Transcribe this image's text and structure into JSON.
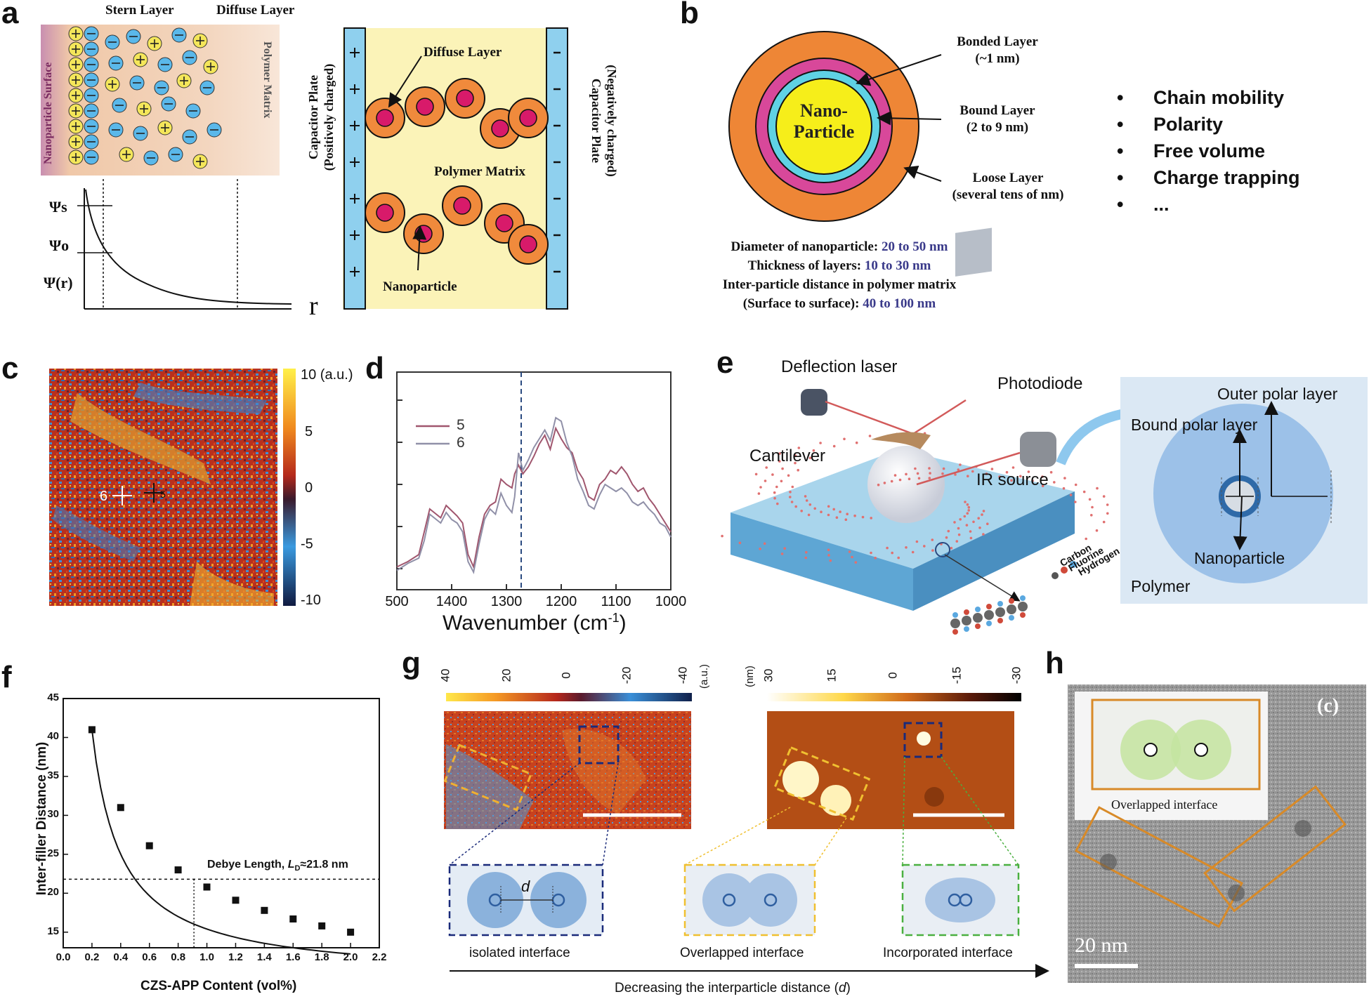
{
  "panels": {
    "a": {
      "label": "a",
      "stern_layer": "Stern Layer",
      "diffuse_layer_top": "Diffuse Layer",
      "nanoparticle_surface": "Nanoparticle Surface",
      "polymer_matrix_left": "Polymer Matrix",
      "psi_s": "Ψs",
      "psi_o": "Ψo",
      "psi_r": "Ψ(r)",
      "r": "r",
      "capacitor_left": "Capacitor Plate",
      "capacitor_left_sub": "(Positively charged)",
      "capacitor_right": "(Negatively charged)",
      "capacitor_right_sub": "Capacitor Plate",
      "diffuse_layer_right": "Diffuse Layer",
      "polymer_matrix_right": "Polymer Matrix",
      "nanoparticle": "Nanoparticle"
    },
    "b": {
      "label": "b",
      "core": [
        "Nano-",
        "Particle"
      ],
      "bonded": [
        "Bonded Layer",
        "(~1 nm)"
      ],
      "bound": [
        "Bound Layer",
        "(2 to 9 nm)"
      ],
      "loose": [
        "Loose Layer",
        "(several tens of nm)"
      ],
      "specs": [
        {
          "k": "Diameter of nanoparticle:",
          "v": "20 to 50 nm"
        },
        {
          "k": "Thickness of layers:",
          "v": "10 to 30 nm"
        },
        {
          "k": "Inter-particle distance in polymer matrix",
          "v": ""
        },
        {
          "k": "(Surface to surface):",
          "v": "40 to 100 nm"
        }
      ],
      "bullets": [
        "Chain mobility",
        "Polarity",
        "Free volume",
        "Charge trapping",
        "..."
      ]
    },
    "c": {
      "label": "c",
      "colorbar_ticks": [
        "10 (a.u.)",
        "5",
        "0",
        "-5",
        "-10"
      ],
      "marker6": "6",
      "marker5": "5"
    },
    "d": {
      "label": "d",
      "xlabel": "Wavenumber (cm",
      "xlabel_sup": "-1",
      "xlabel_end": ")",
      "xticks": [
        "500",
        "1400",
        "1300",
        "1200",
        "1100",
        "1000"
      ],
      "legend": [
        "5",
        "6"
      ]
    },
    "e": {
      "label": "e",
      "deflection_laser": "Deflection laser",
      "photodiode": "Photodiode",
      "cantilever": "Cantilever",
      "ir_source": "IR source",
      "carbon": "Carbon",
      "fluorine": "Fluorine",
      "hydrogen": "Hydrogen",
      "outer_polar": "Outer polar layer",
      "bound_polar": "Bound polar layer",
      "nanoparticle": "Nanoparticle",
      "polymer": "Polymer"
    },
    "f": {
      "label": "f",
      "ylabel": "Inter-filler Distance (nm)",
      "xlabel": "CZS-APP Content (vol%)",
      "annotation": "Debye Length, ",
      "annotation_ld": "L",
      "annotation_sub": "D",
      "annotation_val": "≈21.8 nm",
      "xticks": [
        "0.0",
        "0.2",
        "0.4",
        "0.6",
        "0.8",
        "1.0",
        "1.2",
        "1.4",
        "1.6",
        "1.8",
        "2.0",
        "2.2"
      ],
      "yticks": [
        "15",
        "20",
        "25",
        "30",
        "35",
        "40",
        "45"
      ]
    },
    "g": {
      "label": "g",
      "cb1_ticks": [
        "40",
        "20",
        "0",
        "-20",
        "-40"
      ],
      "cb1_unit": "(a.u.)",
      "cb2_unit": "(nm)",
      "cb2_ticks": [
        "30",
        "15",
        "0",
        "-15",
        "-30"
      ],
      "d_label": "d",
      "isolated": "isolated interface",
      "overlapped": "Overlapped interface",
      "incorporated": "Incorporated interface",
      "arrow_text": "Decreasing the interparticle distance (",
      "arrow_d": "d",
      "arrow_end": ")"
    },
    "h": {
      "label": "h",
      "tag": "(c)",
      "inset": "Overlapped interface",
      "scale": "20 nm"
    }
  },
  "chart_data": [
    {
      "type": "line",
      "panel": "d",
      "xlabel": "Wavenumber (cm-1)",
      "xticks": [
        "500",
        "1400",
        "1300",
        "1200",
        "1100",
        "1000"
      ],
      "xlim": [
        1500,
        1000
      ],
      "series": [
        {
          "name": "5",
          "color": "#a0566e",
          "x": [
            1500,
            1480,
            1460,
            1450,
            1440,
            1420,
            1410,
            1400,
            1390,
            1380,
            1370,
            1360,
            1350,
            1340,
            1330,
            1320,
            1310,
            1300,
            1290,
            1285,
            1278,
            1270,
            1260,
            1250,
            1240,
            1230,
            1220,
            1210,
            1200,
            1190,
            1180,
            1170,
            1160,
            1150,
            1140,
            1130,
            1120,
            1110,
            1100,
            1090,
            1080,
            1070,
            1060,
            1050,
            1040,
            1030,
            1020,
            1010,
            1000
          ],
          "y": [
            0.05,
            0.08,
            0.12,
            0.25,
            0.38,
            0.33,
            0.4,
            0.37,
            0.34,
            0.3,
            0.12,
            0.05,
            0.22,
            0.35,
            0.4,
            0.42,
            0.55,
            0.52,
            0.5,
            0.58,
            0.63,
            0.58,
            0.62,
            0.68,
            0.75,
            0.8,
            0.72,
            0.84,
            0.78,
            0.73,
            0.7,
            0.6,
            0.55,
            0.45,
            0.43,
            0.52,
            0.55,
            0.6,
            0.58,
            0.62,
            0.58,
            0.52,
            0.48,
            0.5,
            0.44,
            0.4,
            0.35,
            0.3,
            0.25
          ]
        },
        {
          "name": "6",
          "color": "#9090a8",
          "x": [
            1500,
            1480,
            1460,
            1450,
            1440,
            1420,
            1410,
            1400,
            1390,
            1380,
            1370,
            1360,
            1350,
            1340,
            1330,
            1320,
            1310,
            1300,
            1290,
            1285,
            1278,
            1270,
            1260,
            1250,
            1240,
            1230,
            1220,
            1210,
            1200,
            1190,
            1180,
            1170,
            1160,
            1150,
            1140,
            1130,
            1120,
            1110,
            1100,
            1090,
            1080,
            1070,
            1060,
            1050,
            1040,
            1030,
            1020,
            1010,
            1000
          ],
          "y": [
            0.03,
            0.07,
            0.1,
            0.2,
            0.35,
            0.3,
            0.36,
            0.32,
            0.3,
            0.25,
            0.08,
            0.02,
            0.18,
            0.32,
            0.38,
            0.35,
            0.47,
            0.4,
            0.36,
            0.45,
            0.7,
            0.6,
            0.66,
            0.73,
            0.78,
            0.83,
            0.77,
            0.9,
            0.88,
            0.76,
            0.68,
            0.55,
            0.48,
            0.4,
            0.38,
            0.46,
            0.52,
            0.5,
            0.48,
            0.5,
            0.47,
            0.42,
            0.4,
            0.42,
            0.38,
            0.35,
            0.3,
            0.28,
            0.22
          ]
        }
      ]
    },
    {
      "type": "scatter",
      "panel": "f",
      "xlabel": "CZS-APP Content (vol%)",
      "ylabel": "Inter-filler Distance (nm)",
      "xlim": [
        0.0,
        2.2
      ],
      "ylim": [
        13,
        45
      ],
      "series": [
        {
          "x": [
            0.2,
            0.4,
            0.6,
            0.8,
            1.0,
            1.2,
            1.4,
            1.6,
            1.8,
            2.0
          ],
          "y": [
            41.0,
            31.0,
            26.1,
            23.0,
            20.8,
            19.1,
            17.8,
            16.7,
            15.8,
            15.0
          ]
        }
      ],
      "reference_lines": {
        "y": 21.8,
        "x": 0.91
      }
    }
  ]
}
